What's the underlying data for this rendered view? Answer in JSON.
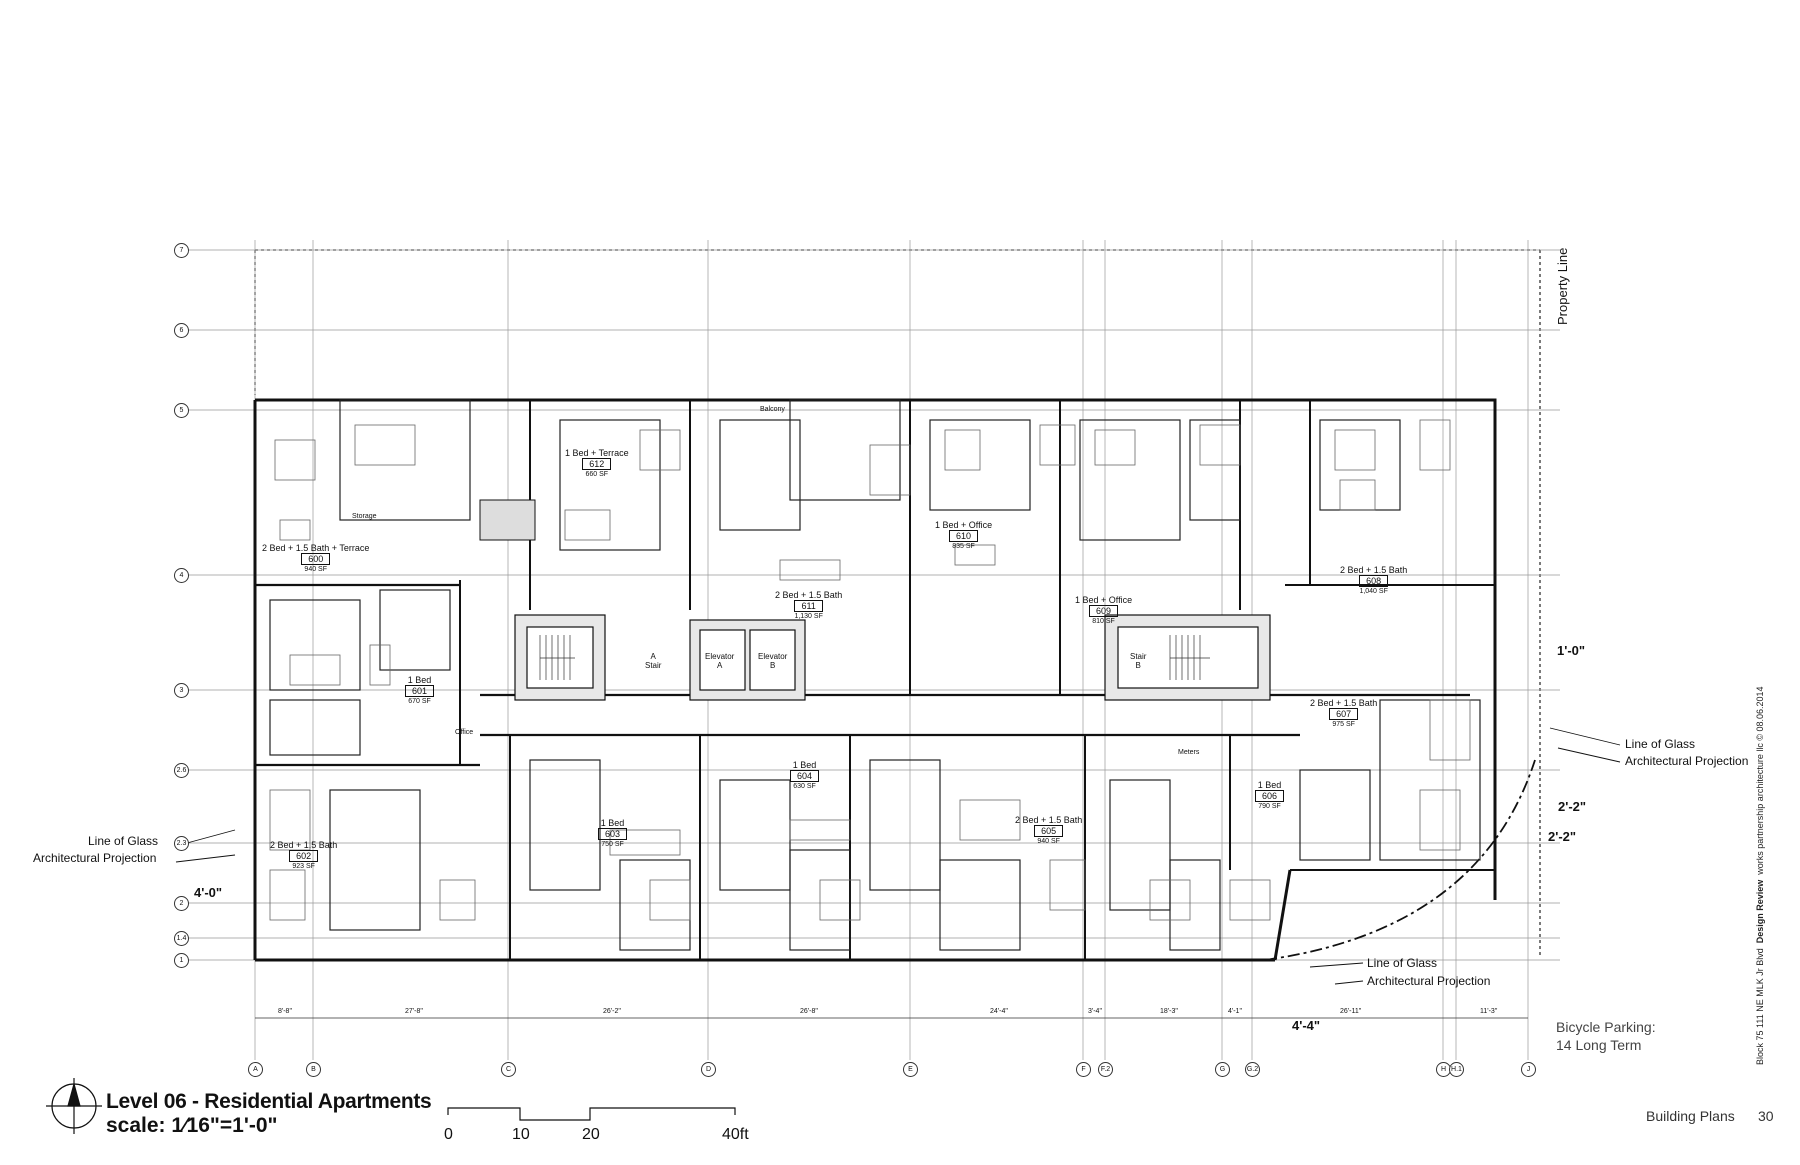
{
  "sheet": {
    "title": "Level 06 - Residential Apartments",
    "scale_label": "scale: ",
    "scale_value": "1⁄16\"=1'-0\"",
    "page_label": "Building Plans",
    "page_number": "30",
    "project_line": "Block 75  111 NE MLK Jr Blvd",
    "review_line": "Design Review",
    "firm_line": "works partnership architecture llc  © 08.06.2014"
  },
  "scale_bar": {
    "ticks": [
      "0",
      "10",
      "20",
      "40ft"
    ]
  },
  "annotations": {
    "property_line": "Property Line",
    "glass_left_line1": "Line of Glass",
    "glass_left_line2": "Architectural Projection",
    "glass_right_line1": "Line of Glass",
    "glass_right_line2": "Architectural Projection",
    "glass_bottom_line1": "Line of Glass",
    "glass_bottom_line2": "Architectural Projection",
    "bicycle_line1": "Bicycle Parking:",
    "bicycle_line2": "14 Long Term",
    "dim_left": "4'-0\"",
    "dim_right_top": "1'-0\"",
    "dim_right_mid1": "2'-2\"",
    "dim_right_mid2": "2'-2\"",
    "dim_bottom": "4'-4\""
  },
  "grid_rows": [
    "7",
    "6",
    "5",
    "4",
    "3",
    "2.6",
    "2.3",
    "2",
    "1.4",
    "1"
  ],
  "grid_cols": [
    "A",
    "B",
    "C",
    "D",
    "E",
    "F",
    "F.2",
    "G",
    "G.2",
    "H",
    "H.1",
    "J"
  ],
  "bottom_dims": [
    "8'-8\"",
    "27'-8\"",
    "26'-2\"",
    "26'-8\"",
    "24'-4\"",
    "3'-4\"",
    "18'-3\"",
    "4'-1\"",
    "26'-11\"",
    "11'-3\""
  ],
  "units": [
    {
      "name": "2 Bed + 1.5 Bath + Terrace",
      "num": "600",
      "sf": "940 SF"
    },
    {
      "name": "1 Bed",
      "num": "601",
      "sf": "670 SF"
    },
    {
      "name": "2 Bed + 1.5 Bath",
      "num": "602",
      "sf": "923 SF"
    },
    {
      "name": "1 Bed",
      "num": "603",
      "sf": "750 SF"
    },
    {
      "name": "1 Bed",
      "num": "604",
      "sf": "630 SF"
    },
    {
      "name": "2 Bed + 1.5 Bath",
      "num": "605",
      "sf": "940 SF"
    },
    {
      "name": "1 Bed",
      "num": "606",
      "sf": "790 SF"
    },
    {
      "name": "2 Bed + 1.5 Bath",
      "num": "607",
      "sf": "975 SF"
    },
    {
      "name": "2 Bed + 1.5 Bath",
      "num": "608",
      "sf": "1,040 SF"
    },
    {
      "name": "1 Bed + Office",
      "num": "609",
      "sf": "810 SF"
    },
    {
      "name": "1 Bed + Office",
      "num": "610",
      "sf": "835 SF"
    },
    {
      "name": "2 Bed + 1.5 Bath",
      "num": "611",
      "sf": "1,130 SF"
    },
    {
      "name": "1 Bed + Terrace",
      "num": "612",
      "sf": "660 SF"
    }
  ],
  "core": {
    "stair_a": "A\nStair",
    "elevator_a": "Elevator\nA",
    "elevator_b": "Elevator\nB",
    "stair_b": "Stair\nB",
    "meters": "Meters",
    "storage": "Storage",
    "office": "Office",
    "balcony": "Balcony"
  }
}
